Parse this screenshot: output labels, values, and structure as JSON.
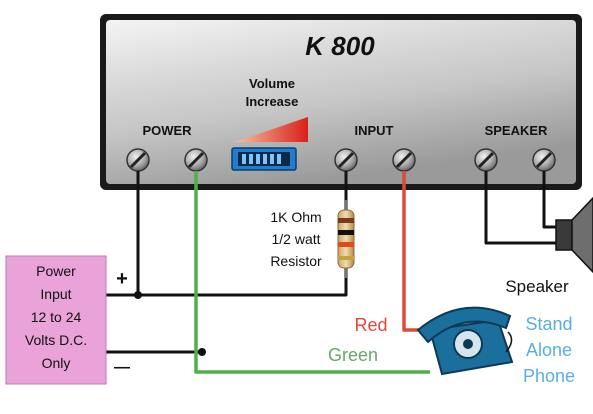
{
  "device": {
    "title": "K 800",
    "volume_label_line1": "Volume",
    "volume_label_line2": "Increase",
    "power_label": "POWER",
    "input_label": "INPUT",
    "speaker_label": "SPEAKER"
  },
  "resistor": {
    "line1": "1K Ohm",
    "line2": "1/2 watt",
    "line3": "Resistor"
  },
  "power_input": {
    "line1": "Power",
    "line2": "Input",
    "line3": "12 to 24",
    "line4": "Volts D.C.",
    "line5": "Only",
    "plus": "+",
    "minus": "—"
  },
  "labels": {
    "speaker": "Speaker",
    "red": "Red",
    "green": "Green",
    "phone_line1": "Stand",
    "phone_line2": "Alone",
    "phone_line3": "Phone"
  },
  "colors": {
    "wire_black": "#111111",
    "wire_green": "#4db04a",
    "wire_red": "#e0483a",
    "label_red": "#e0483a",
    "label_green": "#6aa86a",
    "label_phone": "#5aaee0",
    "power_box": "#e9a3d8",
    "phone_body": "#1b6f9c"
  }
}
